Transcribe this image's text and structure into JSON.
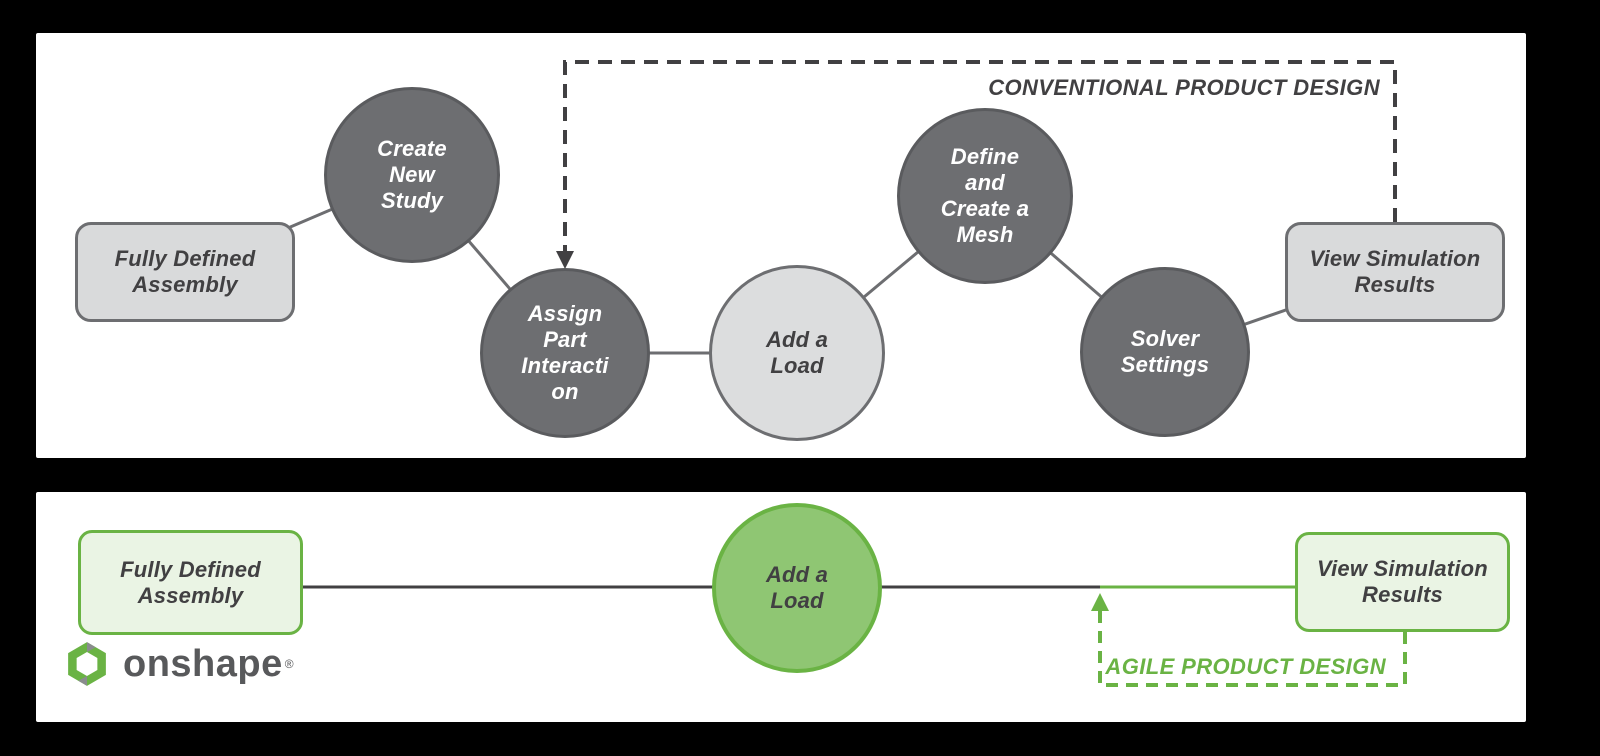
{
  "colors": {
    "background": "#000000",
    "panel": "#ffffff",
    "dark_gray": "#6d6e71",
    "light_gray": "#d9dadb",
    "text_dark": "#414042",
    "brand_green": "#6ab344",
    "light_green_fill": "#eaf4e4",
    "mid_green_fill": "#8fc673",
    "logo_text_gray": "#58595b"
  },
  "top_panel": {
    "loop_label": "CONVENTIONAL PRODUCT DESIGN",
    "nodes": {
      "fully_defined_assembly": "Fully Defined\nAssembly",
      "create_new_study": "Create\nNew\nStudy",
      "assign_part_interaction": "Assign\nPart\nInteracti\non",
      "add_a_load": "Add a\nLoad",
      "define_and_create_a_mesh": "Define\nand\nCreate a\nMesh",
      "solver_settings": "Solver\nSettings",
      "view_simulation_results": "View Simulation\nResults"
    }
  },
  "bottom_panel": {
    "loop_label": "AGILE PRODUCT DESIGN",
    "nodes": {
      "fully_defined_assembly": "Fully Defined\nAssembly",
      "add_a_load": "Add a\nLoad",
      "view_simulation_results": "View Simulation\nResults"
    },
    "logo": {
      "wordmark": "onshape",
      "registered_mark": "®"
    }
  }
}
